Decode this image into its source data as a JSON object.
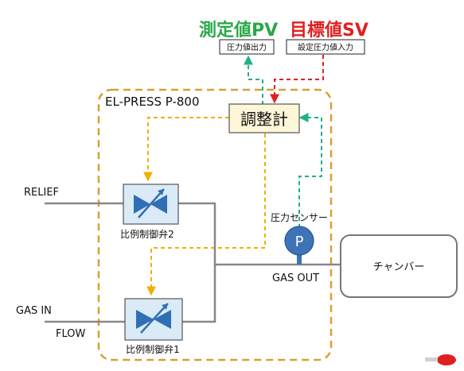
{
  "header": {
    "pv_title": "測定値PV",
    "sv_title": "目標値SV",
    "pv_box_label": "圧力値出力",
    "sv_box_label": "設定圧力値入力"
  },
  "device": {
    "title": "EL-PRESS P-800",
    "controller_label": "調整計"
  },
  "valves": {
    "valve2_label": "比例制御弁2",
    "valve1_label": "比例制御弁1"
  },
  "sensor": {
    "label": "圧力センサー",
    "symbol": "P"
  },
  "lines": {
    "relief_label": "RELIEF",
    "gas_in_label": "GAS IN",
    "flow_label": "FLOW",
    "gas_out_label": "GAS OUT"
  },
  "chamber": {
    "label": "チャンバー"
  },
  "colors": {
    "pv_green": "#2aa84a",
    "sv_red": "#e02020",
    "frame_orange": "#d9a030",
    "dashed_yellow": "#f0b000",
    "dashed_green": "#20b08a",
    "dashed_red": "#e02020",
    "controller_fill": "#fdf6d8",
    "valve_fill": "#dbeaf7",
    "valve_icon": "#2f6fb5",
    "sensor_fill": "#3f73b8"
  }
}
